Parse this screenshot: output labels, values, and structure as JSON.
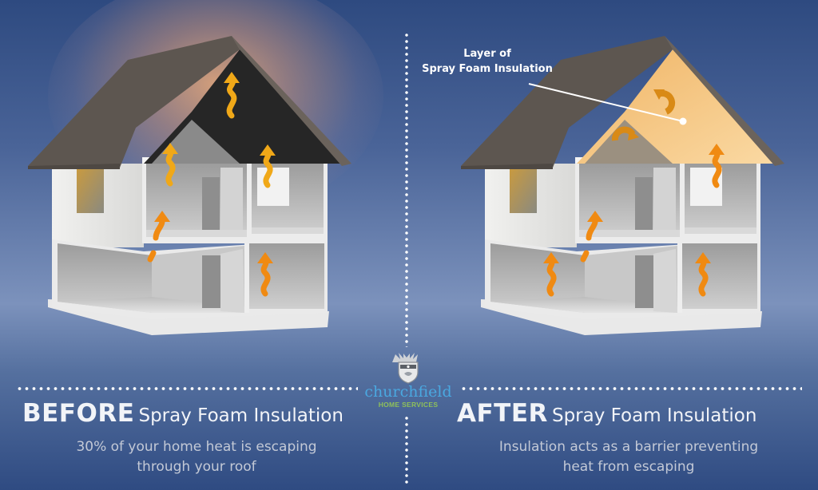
{
  "before": {
    "title_bold": "BEFORE",
    "title_rest": "Spray Foam Insulation",
    "subtitle_line1": "30% of your home heat is escaping",
    "subtitle_line2": "through your roof"
  },
  "after": {
    "title_bold": "AFTER",
    "title_rest": "Spray Foam Insulation",
    "subtitle_line1": "Insulation acts as a barrier preventing",
    "subtitle_line2": "heat from escaping",
    "callout_line1": "Layer of",
    "callout_line2": "Spray Foam Insulation"
  },
  "logo": {
    "name": "churchfield",
    "tagline": "HOME SERVICES",
    "icon": "crest-icon"
  },
  "colors": {
    "heat_arrow": "#f08a12",
    "attic_arrow": "#f0a818",
    "insulation": "#f5c47e",
    "roof": "#5d5650",
    "attic_before": "#262626",
    "logo_name": "#4aa8e0",
    "logo_tag": "#8fc05a"
  }
}
